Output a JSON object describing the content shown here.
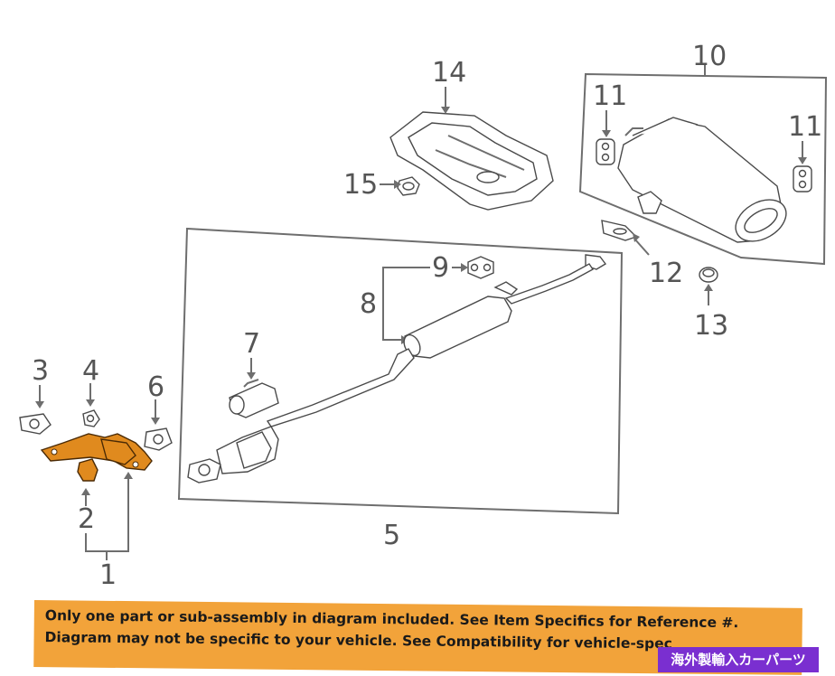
{
  "callouts": {
    "c1": "1",
    "c2": "2",
    "c3": "3",
    "c4": "4",
    "c5": "5",
    "c6": "6",
    "c7": "7",
    "c8": "8",
    "c9": "9",
    "c10": "10",
    "c11a": "11",
    "c11b": "11",
    "c12": "12",
    "c13": "13",
    "c14": "14",
    "c15": "15"
  },
  "banner": {
    "line1": "Only one part or sub-assembly in diagram included. See Item Specifics for Reference #.",
    "line2": "Diagram may not be specific to your vehicle. See Compatibility for vehicle-spec"
  },
  "badge": {
    "text": "海外製輸入カーパーツ"
  },
  "colors": {
    "highlight": "#e08a1e",
    "banner": "#f2a33a",
    "badge": "#7a2fd0"
  }
}
